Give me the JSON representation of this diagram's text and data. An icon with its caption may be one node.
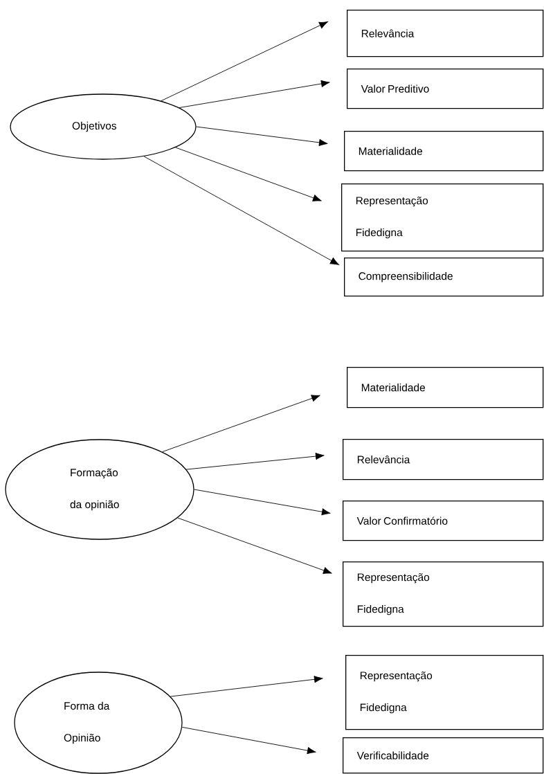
{
  "diagram": {
    "nodes": [
      {
        "text": [
          "Objetivos"
        ]
      },
      {
        "text": [
          "Relevância"
        ]
      },
      {
        "text": [
          "Valor Preditivo"
        ]
      },
      {
        "text": [
          "Materialidade"
        ]
      },
      {
        "text": [
          "Representação Fidedigna"
        ]
      },
      {
        "text": [
          "Compreensibilidade"
        ]
      },
      {
        "text": [
          "Formação da opinião"
        ]
      },
      {
        "text": [
          "Materialidade"
        ]
      },
      {
        "text": [
          "Relevância"
        ]
      },
      {
        "text": [
          "Valor Confirmatório"
        ]
      },
      {
        "text": [
          "Representação Fidedigna"
        ]
      },
      {
        "text": [
          "Forma da Opinião"
        ]
      },
      {
        "text": [
          "Representação Fidedigna"
        ]
      },
      {
        "text": [
          "Verificabilidade"
        ]
      }
    ],
    "edges": [
      {
        "from": 0,
        "to": 1,
        "arrow": "to"
      },
      {
        "from": 0,
        "to": 2,
        "arrow": "to"
      },
      {
        "from": 0,
        "to": 3,
        "arrow": "to"
      },
      {
        "from": 0,
        "to": 4,
        "arrow": "to"
      },
      {
        "from": 0,
        "to": 5,
        "arrow": "to"
      },
      {
        "from": 6,
        "to": 7,
        "arrow": "to"
      },
      {
        "from": 6,
        "to": 8,
        "arrow": "to"
      },
      {
        "from": 6,
        "to": 9,
        "arrow": "to"
      },
      {
        "from": 6,
        "to": 10,
        "arrow": "to"
      },
      {
        "from": 11,
        "to": 12,
        "arrow": "to"
      },
      {
        "from": 11,
        "to": 13,
        "arrow": "to"
      }
    ]
  }
}
